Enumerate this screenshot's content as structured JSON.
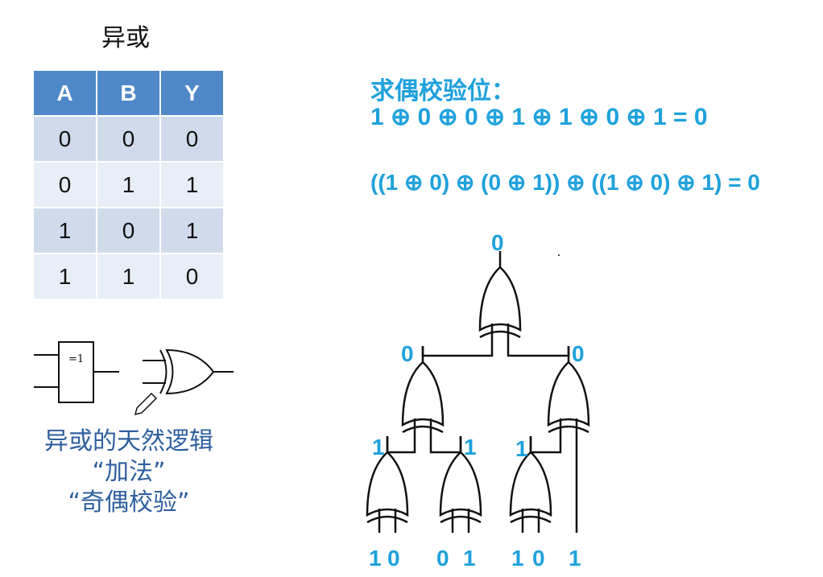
{
  "title": "异或",
  "truth_table": {
    "headers": [
      "A",
      "B",
      "Y"
    ],
    "rows": [
      [
        "0",
        "0",
        "0"
      ],
      [
        "0",
        "1",
        "1"
      ],
      [
        "1",
        "0",
        "1"
      ],
      [
        "1",
        "1",
        "0"
      ]
    ]
  },
  "iec_symbol_label": "=1",
  "caption": {
    "line1": "异或的天然逻辑",
    "line2": "“加法”",
    "line3": "“奇偶校验”"
  },
  "parity": {
    "heading": "求偶校验位：",
    "expr1": "1 ⊕ 0 ⊕ 0 ⊕ 1 ⊕ 1 ⊕ 0 ⊕ 1 = 0",
    "expr2": "((1 ⊕ 0) ⊕ (0 ⊕ 1)) ⊕ ((1 ⊕ 0) ⊕ 1) = 0"
  },
  "tree": {
    "root_output": "0",
    "left_mid_output": "0",
    "right_mid_output": "0",
    "leaf1_output": "1",
    "leaf2_output": "1",
    "leaf3_output": "1",
    "inputs": [
      "1",
      "0",
      "0",
      "1",
      "1",
      "0",
      "1"
    ]
  },
  "colors": {
    "accent": "#1ea1dc",
    "table_header": "#4f88c8",
    "caption": "#2e5f9e"
  }
}
